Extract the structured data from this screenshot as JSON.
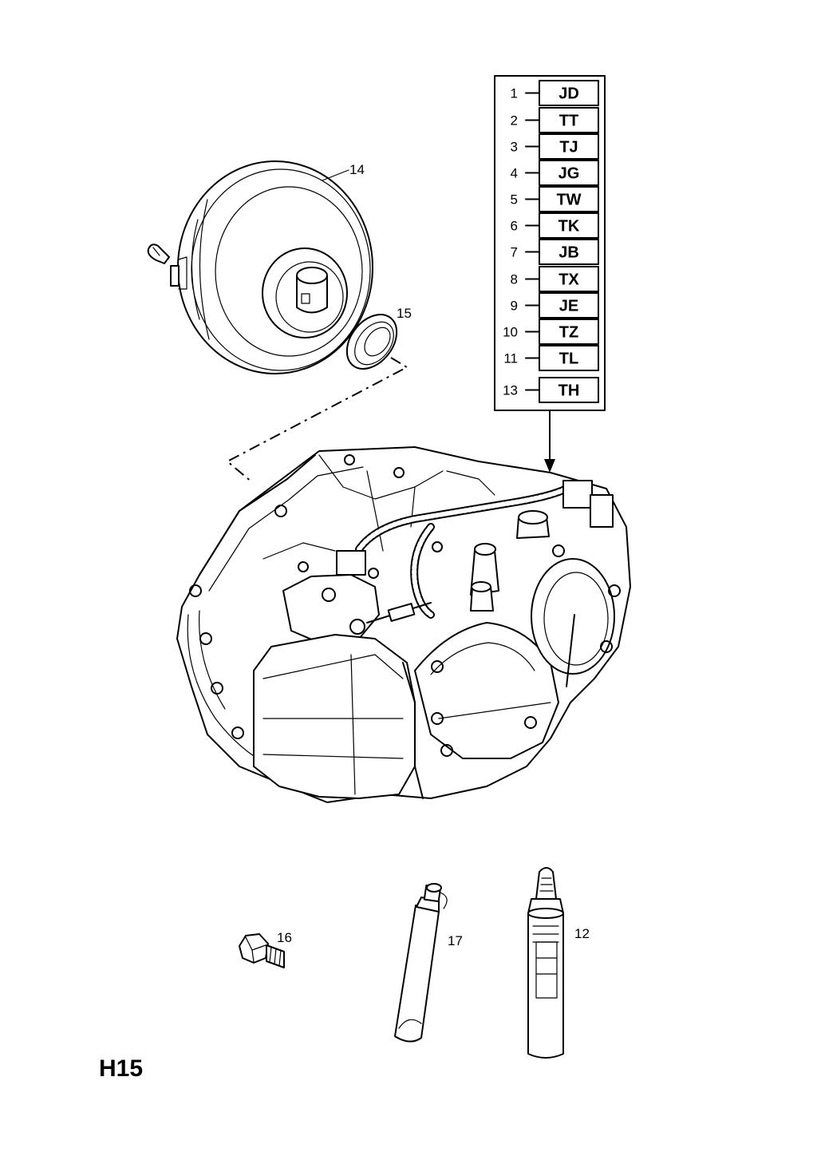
{
  "page": {
    "code": "H15"
  },
  "variant_table": {
    "rows": [
      {
        "num": "1",
        "code": "JD"
      },
      {
        "num": "2",
        "code": "TT"
      },
      {
        "num": "3",
        "code": "TJ"
      },
      {
        "num": "4",
        "code": "JG"
      },
      {
        "num": "5",
        "code": "TW"
      },
      {
        "num": "6",
        "code": "TK"
      },
      {
        "num": "7",
        "code": "JB"
      },
      {
        "num": "8",
        "code": "TX"
      },
      {
        "num": "9",
        "code": "JE"
      },
      {
        "num": "10",
        "code": "TZ"
      },
      {
        "num": "11",
        "code": "TL"
      },
      {
        "num": "13",
        "code": "TH"
      }
    ]
  },
  "parts": {
    "torque_converter": "14",
    "oil_seal": "15",
    "drain_plug": "16",
    "grease_tube": "17",
    "sealant_cartridge": "12"
  }
}
